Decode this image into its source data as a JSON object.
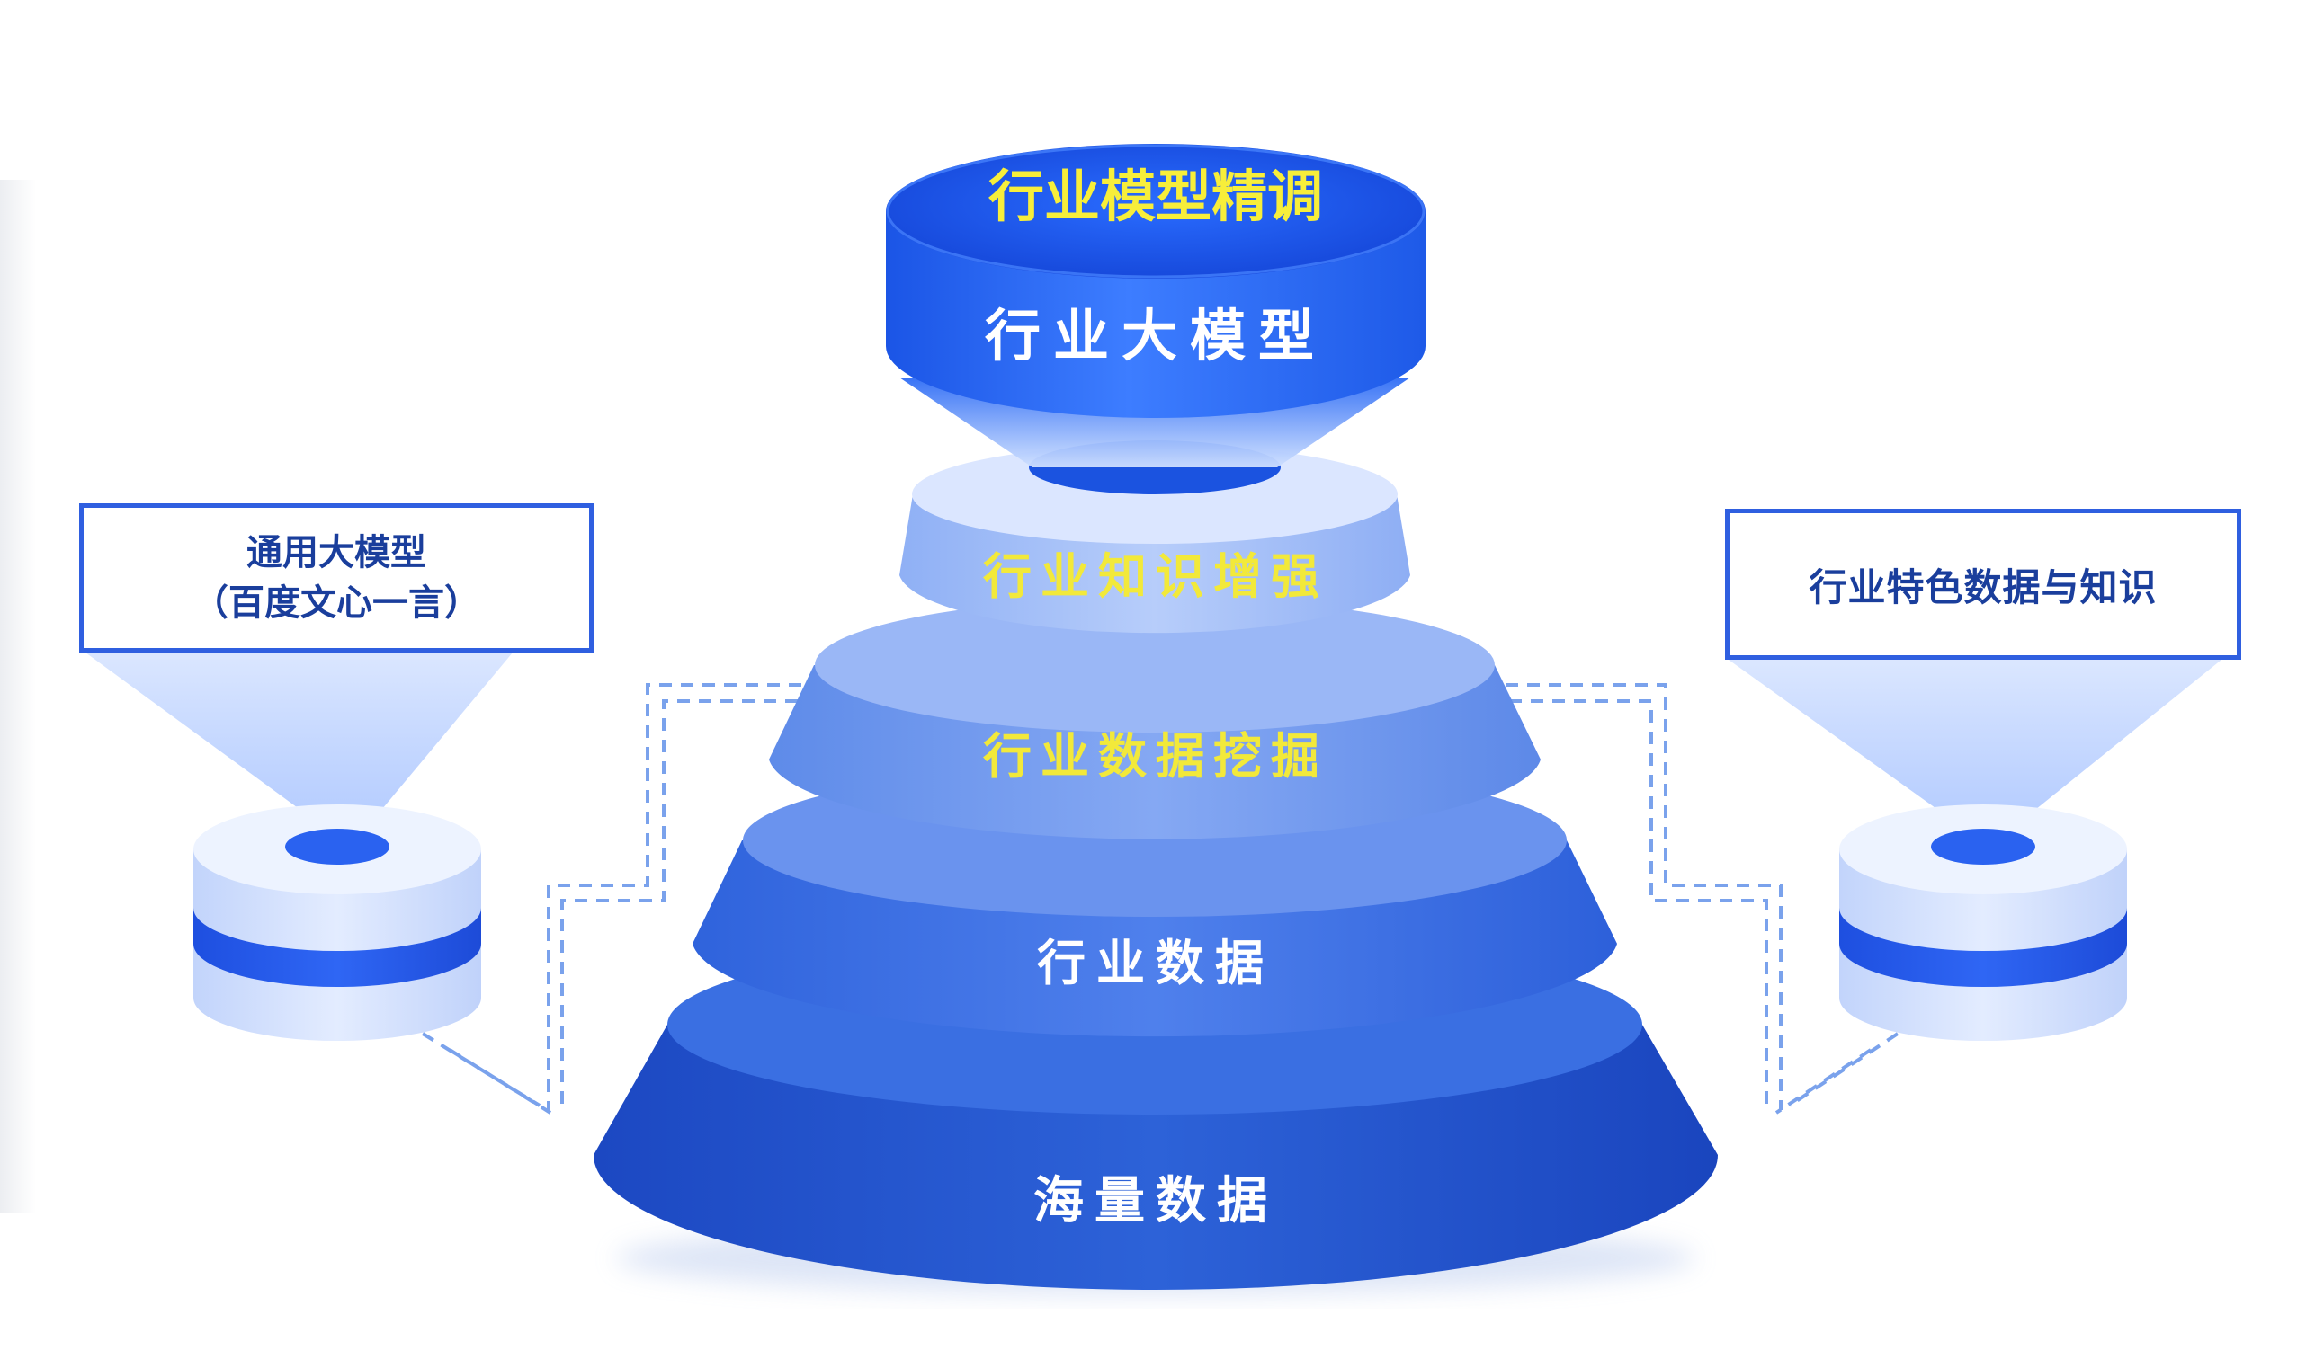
{
  "top_cylinder": {
    "title": "行业模型精调",
    "subtitle": "行业大模型"
  },
  "pyramid": {
    "tiers": [
      {
        "label": "行业知识增强"
      },
      {
        "label": "行业数据挖掘"
      },
      {
        "label": "行业数据"
      },
      {
        "label": "海量数据"
      }
    ]
  },
  "left_source": {
    "line1": "通用大模型",
    "line2": "（百度文心一言）"
  },
  "right_source": {
    "label": "行业特色数据与知识"
  },
  "colors": {
    "top_label": "#f7ee3a",
    "light_label": "#ffffff",
    "box_border": "#2f5fe0",
    "box_text": "#1a3e9c",
    "dashed_line": "#7aa2ec"
  }
}
